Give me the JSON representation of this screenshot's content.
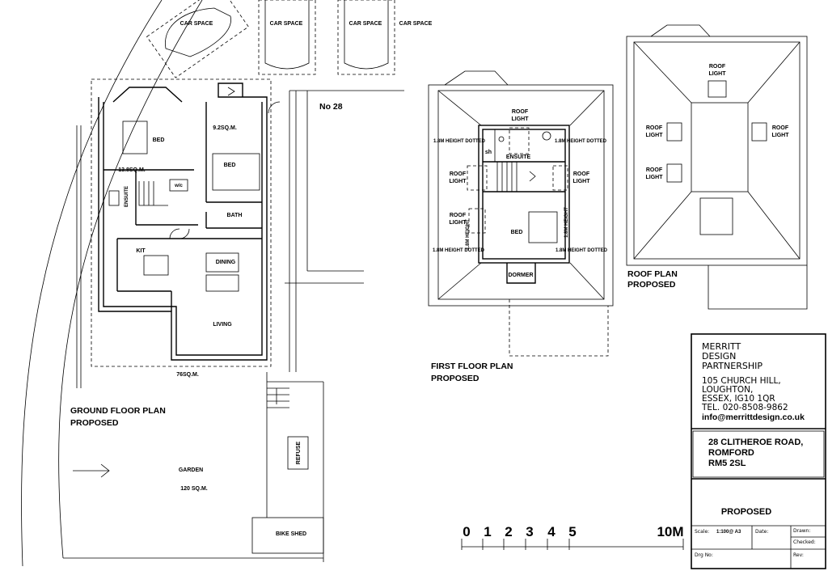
{
  "ground_floor": {
    "title_line1": "GROUND FLOOR PLAN",
    "title_line2": "PROPOSED",
    "car_space_1": "CAR SPACE",
    "car_space_2": "CAR SPACE",
    "car_space_3": "CAR SPACE",
    "car_space_4": "CAR SPACE",
    "neighbour": "No 28",
    "rooms": {
      "bed1": "BED",
      "bed1_area": "13.8SQ.M.",
      "bed2_area": "9.2SQ.M.",
      "bed2": "BED",
      "ensuite": "ENSUITE",
      "wc": "w/c",
      "bath": "BATH",
      "kit": "KIT",
      "dining": "DINING",
      "living": "LIVING"
    },
    "total_area": "76SQ.M.",
    "garden": "GARDEN",
    "garden_area": "120 SQ.M.",
    "refuse": "REFUSE",
    "bike_shed": "BIKE SHED"
  },
  "first_floor": {
    "title_line1": "FIRST FLOOR PLAN",
    "title_line2": "PROPOSED",
    "roof_light_top_1": "ROOF",
    "roof_light_top_2": "LIGHT",
    "roof_light_left1_1": "ROOF",
    "roof_light_left1_2": "LIGHT",
    "roof_light_right_1": "ROOF",
    "roof_light_right_2": "LIGHT",
    "roof_light_left2_1": "ROOF",
    "roof_light_left2_2": "LIGHT",
    "height_note_1": "1.8M HEIGHT DOTTED",
    "height_note_2": "1.8M HEIGHT DOTTED",
    "height_note_3": "1.8M HEIGHT DOTTED",
    "height_note_4": "1.8M HEIGHT DOTTED",
    "height_vert_left": "1.8M HEIGHT",
    "height_vert_right": "1.8M HEIGHT",
    "sh": "sh",
    "ensuite": "ENSUITE",
    "bed": "BED",
    "dormer": "DORMER"
  },
  "roof_plan": {
    "title_line1": "ROOF PLAN",
    "title_line2": "PROPOSED",
    "rl_top_1": "ROOF",
    "rl_top_2": "LIGHT",
    "rl_left1_1": "ROOF",
    "rl_left1_2": "LIGHT",
    "rl_right_1": "ROOF",
    "rl_right_2": "LIGHT",
    "rl_left2_1": "ROOF",
    "rl_left2_2": "LIGHT"
  },
  "scale_bar": {
    "ticks": [
      "0",
      "1",
      "2",
      "3",
      "4",
      "5"
    ],
    "end_label": "10M"
  },
  "title_block": {
    "firm_line1": "MERRITT",
    "firm_line2": "DESIGN",
    "firm_line3": "PARTNERSHIP",
    "address_1": "105 CHURCH HILL,",
    "address_2": "LOUGHTON,",
    "address_3": "ESSEX, IG10 1QR",
    "tel": "TEL. 020-8508-9862",
    "email": "info@merrittdesign.co.uk",
    "project_1": "28 CLITHEROE ROAD,",
    "project_2": "ROMFORD",
    "project_3": "RM5 2SL",
    "status": "PROPOSED",
    "scale_label": "Scale:",
    "scale_value": "1:100@ A3",
    "date_label": "Date:",
    "drawn_label": "Drawn:",
    "checked_label": "Checked:",
    "drg_no_label": "Drg No:",
    "rev_label": "Rev:"
  }
}
